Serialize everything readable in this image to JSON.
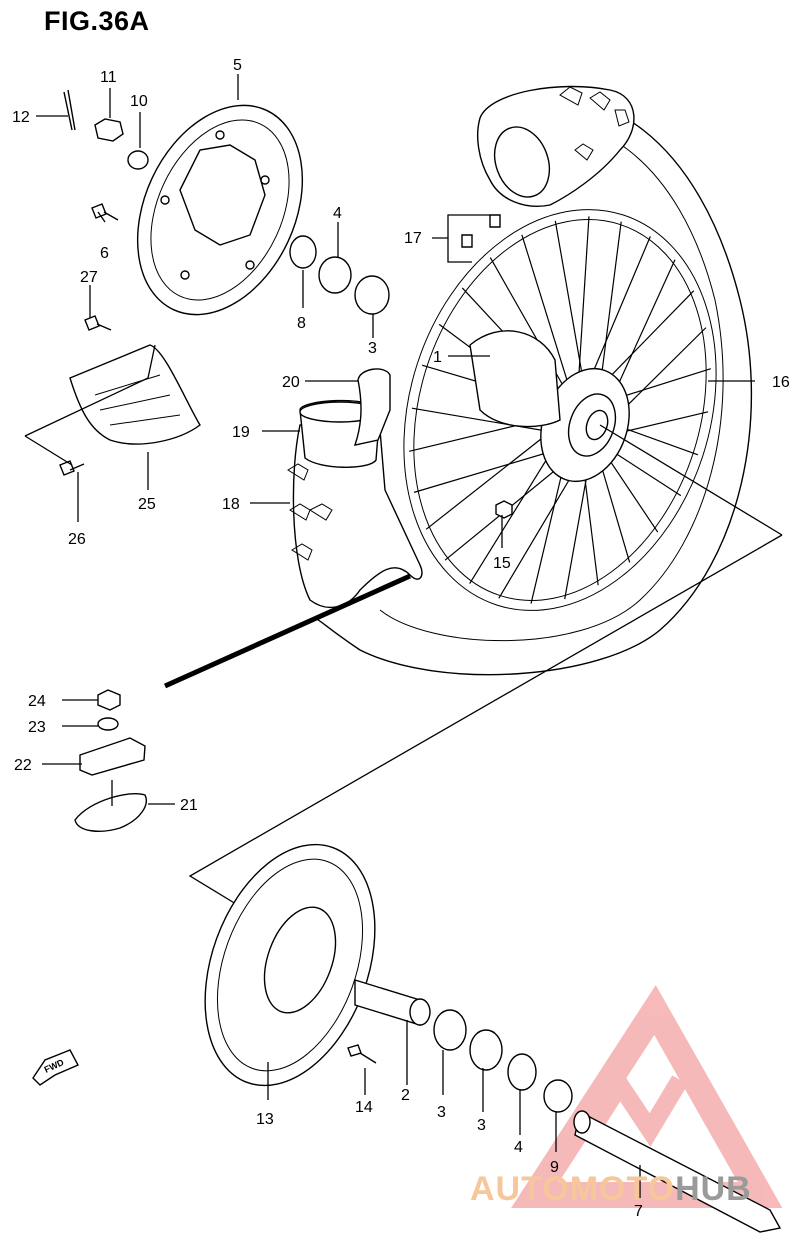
{
  "figure": {
    "title": "FIG.36A"
  },
  "callouts": [
    {
      "id": "1",
      "part": "hub"
    },
    {
      "id": "2",
      "part": "spacer"
    },
    {
      "id": "3a",
      "text": "3",
      "part": "bearing-top"
    },
    {
      "id": "3b",
      "text": "3",
      "part": "bearing-lower-left"
    },
    {
      "id": "3c",
      "text": "3",
      "part": "bearing-lower-right"
    },
    {
      "id": "4a",
      "text": "4",
      "part": "oil-seal-top"
    },
    {
      "id": "4b",
      "text": "4",
      "part": "oil-seal-lower"
    },
    {
      "id": "5",
      "part": "brake-disc"
    },
    {
      "id": "6",
      "part": "disc-bolt"
    },
    {
      "id": "7",
      "part": "axle"
    },
    {
      "id": "8",
      "part": "spacer-top"
    },
    {
      "id": "9",
      "part": "collar"
    },
    {
      "id": "10",
      "part": "washer"
    },
    {
      "id": "11",
      "part": "axle-nut"
    },
    {
      "id": "12",
      "part": "cotter-pin"
    },
    {
      "id": "13",
      "part": "sprocket"
    },
    {
      "id": "14",
      "part": "sprocket-bolt"
    },
    {
      "id": "15",
      "part": "sprocket-nut"
    },
    {
      "id": "16",
      "part": "rim"
    },
    {
      "id": "17",
      "part": "spoke-set"
    },
    {
      "id": "18",
      "part": "tire"
    },
    {
      "id": "19",
      "part": "tube"
    },
    {
      "id": "20",
      "part": "rim-band"
    },
    {
      "id": "21",
      "part": "rim-lock-pad"
    },
    {
      "id": "22",
      "part": "rim-lock"
    },
    {
      "id": "23",
      "part": "rim-lock-washer"
    },
    {
      "id": "24",
      "part": "rim-lock-nut"
    },
    {
      "id": "25",
      "part": "disc-cover"
    },
    {
      "id": "26",
      "part": "cover-bolt"
    },
    {
      "id": "27",
      "part": "cover-screw"
    }
  ],
  "direction_marker": {
    "text": "FWD"
  },
  "watermark": {
    "part1": "AUTOMOTO",
    "part2": "HUB",
    "color_accent": "#f08080",
    "color_text": "#9a9a9a"
  }
}
